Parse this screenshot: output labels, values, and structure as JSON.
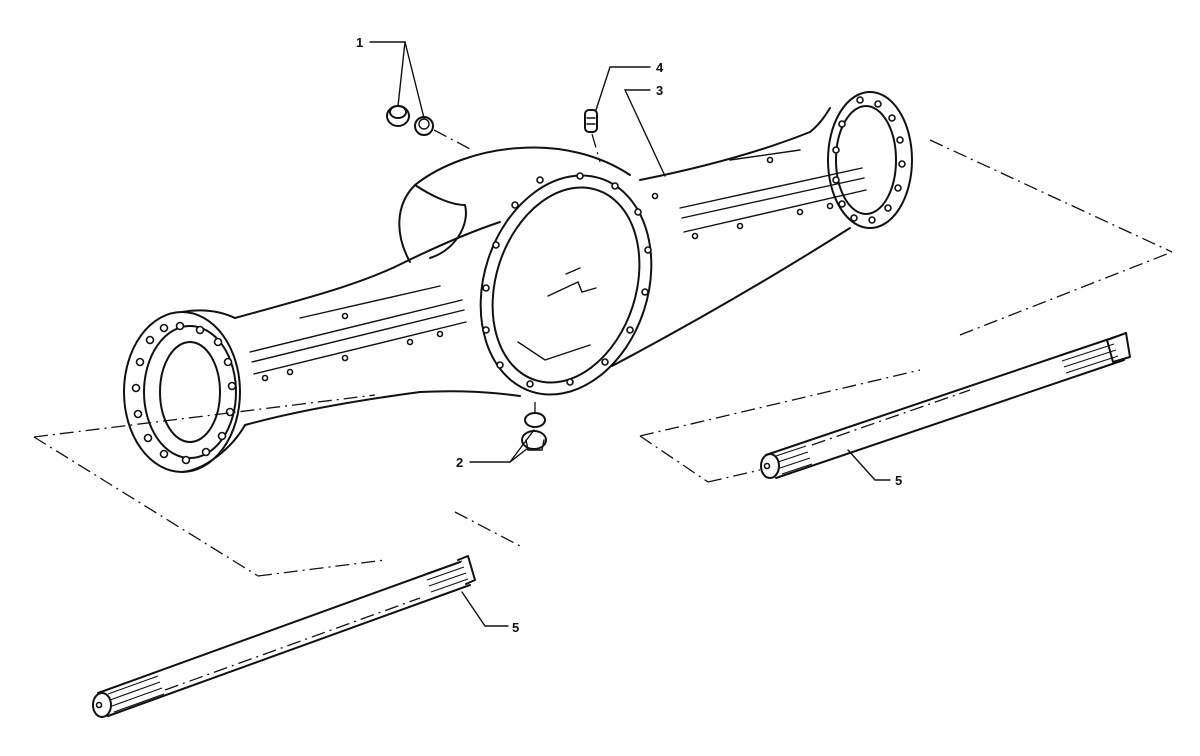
{
  "diagram": {
    "callouts": [
      {
        "id": "c1",
        "label": "1"
      },
      {
        "id": "c2",
        "label": "2"
      },
      {
        "id": "c3",
        "label": "3"
      },
      {
        "id": "c4",
        "label": "4"
      },
      {
        "id": "c5a",
        "label": "5"
      },
      {
        "id": "c5b",
        "label": "5"
      }
    ]
  }
}
